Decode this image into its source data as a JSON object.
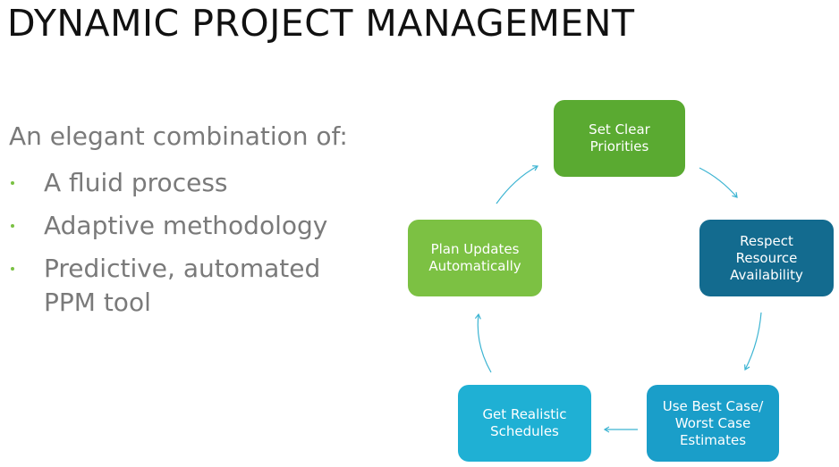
{
  "slide": {
    "title": "DYNAMIC PROJECT MANAGEMENT",
    "intro": "An elegant combination of:",
    "bullets": [
      "A fluid process",
      "Adaptive methodology",
      "Predictive, automated PPM tool"
    ]
  },
  "cycle": {
    "nodes": [
      {
        "label": "Set Clear\nPriorities",
        "color": "#5aaa31"
      },
      {
        "label": "Respect\nResource\nAvailability",
        "color": "#136b8f"
      },
      {
        "label": "Use Best Case/\nWorst Case\nEstimates",
        "color": "#1a9ec9"
      },
      {
        "label": "Get Realistic\nSchedules",
        "color": "#1fb0d4"
      },
      {
        "label": "Plan Updates\nAutomatically",
        "color": "#7cc143"
      }
    ],
    "arrow_color": "#3cb4d2"
  },
  "colors": {
    "bullet_dot": "#7ac143",
    "body_text": "#7a7a7a",
    "title_text": "#111111"
  }
}
